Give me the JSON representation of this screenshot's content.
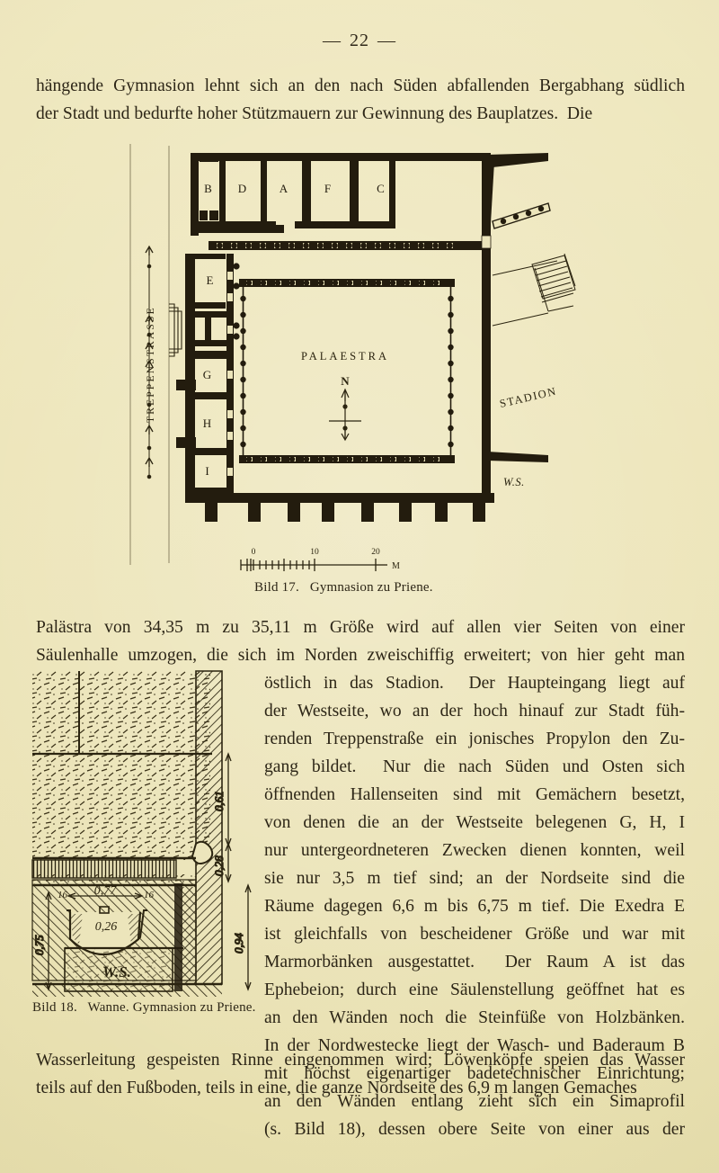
{
  "page": {
    "number": "22",
    "dash_left": "—",
    "dash_right": "—",
    "background_color": "#ece5bb",
    "ink_color": "#2d2617"
  },
  "paragraph_top": {
    "lines": [
      "hängende Gymnasion lehnt sich an den nach Süden abfallenden Bergabhang südlich",
      "der Stadt und bedurfte hoher Stützmauern zur Gewinnung des Bauplatzes.  Die"
    ]
  },
  "paragraph_middle": {
    "lines": [
      "Palästra von 34,35 m zu 35,11 m Größe wird auf allen vier Seiten von einer",
      "Säulenhalle umzogen, die sich im Norden zweischiffig erweitert; von hier geht man"
    ]
  },
  "paragraph_right": {
    "lines": [
      "östlich in das Stadion.  Der Haupteingang liegt auf",
      "der Westseite, wo an der hoch hinauf zur Stadt füh-",
      "renden Treppenstraße ein jonisches Propylon den Zu-",
      "gang bildet.  Nur die nach Süden und Osten sich",
      "öffnenden Hallenseiten sind mit Gemächern besetzt,",
      "von denen die an der Westseite belegenen G, H, I",
      "nur untergeordneteren Zwecken dienen konnten, weil",
      "sie nur 3,5 m tief sind; an der Nordseite sind die",
      "Räume dagegen 6,6 m bis 6,75 m tief. Die Exedra E",
      "ist gleichfalls von bescheidener Größe und war mit",
      "Marmorbänken ausgestattet.  Der Raum A ist das",
      "Ephebeion; durch eine Säulenstellung geöffnet hat es",
      "an den Wänden noch die Steinfüße von Holzbänken.",
      "In der Nordwestecke liegt der Wasch- und Baderaum B",
      "mit höchst eigenartiger badetechnischer Einrichtung;",
      "an den Wänden entlang zieht sich ein Simaprofil",
      "(s. Bild 18), dessen obere Seite von einer aus der"
    ]
  },
  "paragraph_bottom": {
    "lines": [
      "Wasserleitung gespeisten Rinne eingenommen wird; Löwenköpfe speien das Wasser",
      "teils auf den Fußboden, teils in eine, die ganze Nordseite des 6,9 m langen Gemaches"
    ]
  },
  "figure17": {
    "caption_number": "Bild 17.",
    "caption_text": "Gymnasion zu Priene.",
    "court_label": "PALAESTRA",
    "north_label": "N",
    "stadion_label": "STADION",
    "ws_label": "W.S.",
    "street_label": "TREPPENSTRASSE",
    "room_labels_north": [
      "B",
      "D",
      "A",
      "F",
      "C"
    ],
    "room_labels_west": [
      "E",
      "G",
      "H",
      "I"
    ],
    "scale": {
      "ticks": [
        "0",
        "10",
        "20"
      ],
      "unit": "M"
    }
  },
  "figure18": {
    "caption_number": "Bild 18.",
    "caption_text": "Wanne. Gymnasion zu Priene.",
    "ws_label": "W.S.",
    "dimensions": {
      "right_upper": "0,61",
      "right_middle": "0,28",
      "right_total": "0,94",
      "left": "0,75",
      "basin_width": "0,77",
      "basin_depth": "0,26",
      "edge_left": "16",
      "edge_right": "16"
    }
  }
}
